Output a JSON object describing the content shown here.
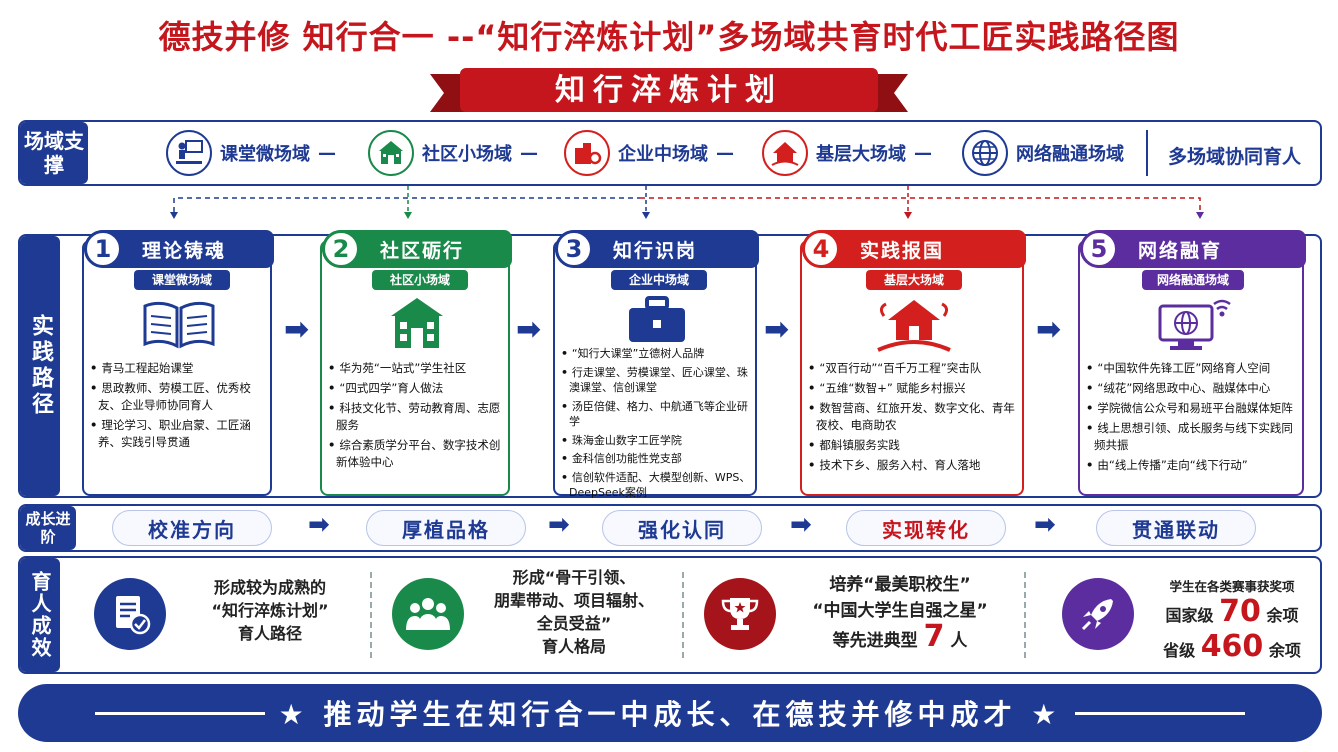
{
  "title": "德技并修 知行合一 --“知行淬炼计划”多场域共育时代工匠实践路径图",
  "ribbon": "知行淬炼计划",
  "support": {
    "label": "场域支撑",
    "domains": [
      "课堂微场域",
      "社区小场域",
      "企业中场域",
      "基层大场域",
      "网络融通场域"
    ],
    "dash": "—",
    "summary": "多场域协同育人"
  },
  "path": {
    "label": "实践路径",
    "cards": [
      {
        "num": "1",
        "title": "理论铸魂",
        "tag": "课堂微场域",
        "color": "#1f3a93",
        "items": [
          "青马工程起始课堂",
          "思政教师、劳模工匠、优秀校友、企业导师协同育人",
          "理论学习、职业启蒙、工匠涵养、实践引导贯通"
        ]
      },
      {
        "num": "2",
        "title": "社区砺行",
        "tag": "社区小场域",
        "color": "#1a8a4a",
        "items": [
          "华为苑“一站式”学生社区",
          "“四式四学”育人做法",
          "科技文化节、劳动教育周、志愿服务",
          "综合素质学分平台、数字技术创新体验中心"
        ]
      },
      {
        "num": "3",
        "title": "知行识岗",
        "tag": "企业中场域",
        "color": "#1f3a93",
        "items": [
          "“知行大课堂”立德树人品牌",
          "行走课堂、劳模课堂、匠心课堂、珠澳课堂、信创课堂",
          "汤臣倍健、格力、中航通飞等企业研学",
          "珠海金山数字工匠学院",
          "金科信创功能性党支部",
          "信创软件适配、大模型创新、WPS、DeepSeek案例"
        ]
      },
      {
        "num": "4",
        "title": "实践报国",
        "tag": "基层大场域",
        "color": "#d3201f",
        "items": [
          "“双百行动”“百千万工程”突击队",
          "“五维“数智+” 赋能乡村振兴",
          "数智营商、红旅开发、数字文化、青年夜校、电商助农",
          "都斛镇服务实践",
          "技术下乡、服务入村、育人落地"
        ]
      },
      {
        "num": "5",
        "title": "网络融育",
        "tag": "网络融通场域",
        "color": "#5b2d9e",
        "items": [
          "“中国软件先锋工匠”网络育人空间",
          "“绒花”网络思政中心、融媒体中心",
          "学院微信公众号和易班平台融媒体矩阵",
          "线上思想引领、成长服务与线下实践同频共振",
          "由“线上传播”走向“线下行动”"
        ]
      }
    ]
  },
  "growth": {
    "label": "成长进阶",
    "steps": [
      "校准方向",
      "厚植品格",
      "强化认同",
      "实现转化",
      "贯通联动"
    ]
  },
  "results": {
    "label": "育人成效",
    "r1": [
      "形成较为成熟的",
      "“知行淬炼计划”",
      "育人路径"
    ],
    "r2": [
      "形成“骨干引领、",
      "朋辈带动、项目辐射、",
      "全员受益”",
      "育人格局"
    ],
    "r3": {
      "line1": "培养“最美职校生”",
      "line2": "“中国大学生自强之星”",
      "line3_pre": "等先进典型",
      "num": "7",
      "unit": "人"
    },
    "r4": {
      "heading": "学生在各类赛事获奖项",
      "n_pre": "国家级",
      "n_num": "70",
      "n_unit": "余项",
      "p_pre": "省级",
      "p_num": "460",
      "p_unit": "余项"
    }
  },
  "footer": "★ 推动学生在知行合一中成长、在德技并修中成才 ★",
  "colors": {
    "navy": "#1f3a93",
    "red": "#c4161c",
    "green": "#1a8a4a",
    "purple": "#5b2d9e"
  }
}
